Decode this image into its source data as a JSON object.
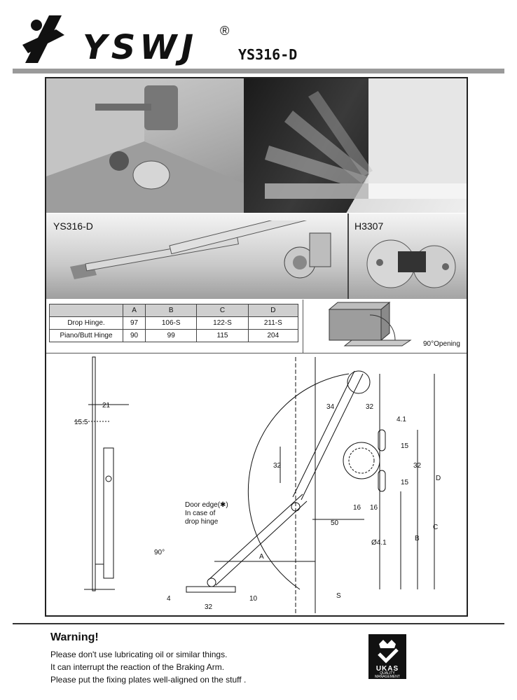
{
  "header": {
    "brand": "YSWJ",
    "registered": "®",
    "model": "YS316-D"
  },
  "products": {
    "left_label": "YS316-D",
    "right_label": "H3307"
  },
  "table": {
    "columns": [
      "",
      "A",
      "B",
      "C",
      "D"
    ],
    "rows": [
      [
        "Drop Hinge.",
        "97",
        "106-S",
        "122-S",
        "211-S"
      ],
      [
        "Piano/Butt Hinge",
        "90",
        "99",
        "115",
        "204"
      ]
    ]
  },
  "opening_label": "90°Opening",
  "drawing": {
    "dims": [
      "21",
      "15.5",
      "34",
      "32",
      "4.1",
      "15",
      "32",
      "32",
      "15",
      "16",
      "16",
      "50",
      "Ø4.1",
      "A",
      "B",
      "C",
      "D",
      "90°",
      "4",
      "32",
      "10",
      "S"
    ],
    "door_edge_lines": [
      "Door edge(✱)",
      "In case of",
      "drop hinge"
    ]
  },
  "warning": {
    "title": "Warning!",
    "lines": [
      "Please don't use lubricating oil or similar things.",
      "It can interrupt the reaction of the Braking Arm.",
      "Please put the fixing plates well-aligned on the stuff ."
    ]
  },
  "cert": {
    "name": "UKAS",
    "sub1": "QUALITY",
    "sub2": "MANAGEMENT"
  }
}
